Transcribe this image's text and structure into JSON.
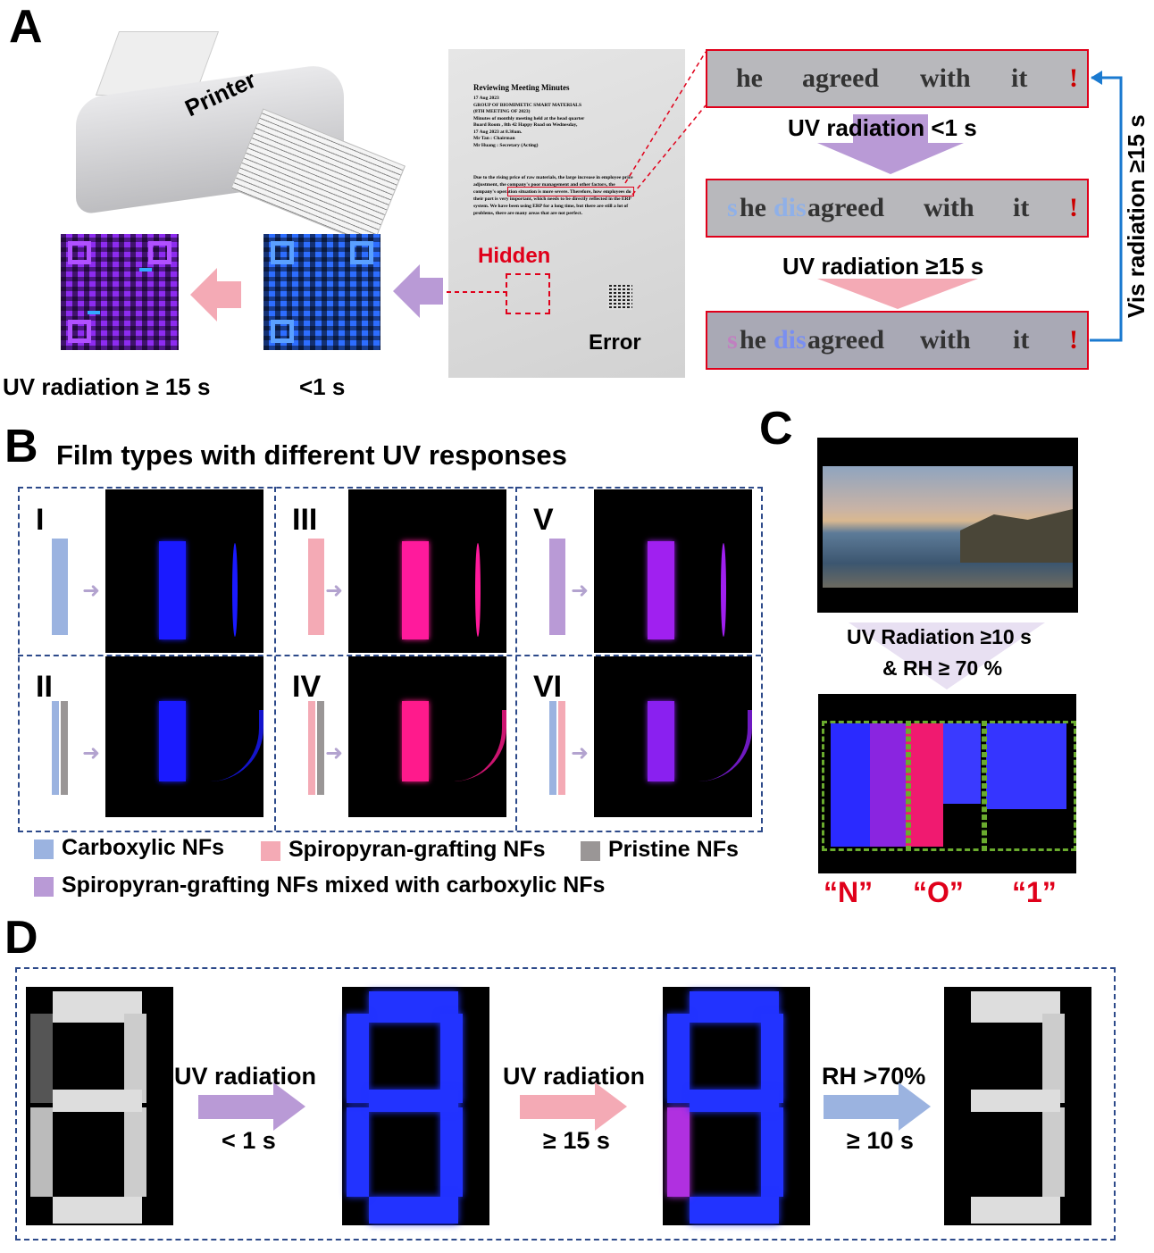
{
  "panels": {
    "a": "A",
    "b": "B",
    "c": "C",
    "d": "D"
  },
  "panel_a": {
    "printer_label": "Printer",
    "qr_left_label": "UV radiation ≥ 15 s",
    "qr_right_label": "<1 s",
    "document": {
      "title": "Reviewing Meeting Minutes",
      "lines": [
        "17 Aug 2023",
        "GROUP OF BIOMIMETIC SMART MATERIALS",
        "(8TH MEETING OF 2023)",
        "Minutes of monthly meeting held at the head quarter",
        "Board Room , 8th 42 Happy Road on Wednesday,",
        "17 Aug 2023 at 8.30am.",
        "Mr Tan : Chairman",
        "Mr Huang : Secretary (Acting)"
      ],
      "body": "Due to the rising price of raw materials, the large increase in employee price adjustment, the company's poor management and other factors, the company's operation situation is more severe. Therefore, how employees do their part is very important, which needs to be directly reflected in the ERP system. We have been using ERP for a long time, but there are still a lot of problems, there are many areas that are not perfect.",
      "hidden_label": "Hidden",
      "error_label": "Error"
    },
    "text_rows": [
      {
        "prefix_hidden": "",
        "words": [
          "he",
          "agreed",
          "with",
          "it",
          "!"
        ]
      },
      {
        "prefix": "s",
        "mid": "dis",
        "words": [
          "he",
          "agreed",
          "with",
          "it",
          "!"
        ]
      },
      {
        "prefix": "s",
        "mid": "dis",
        "words": [
          "he",
          "agreed",
          "with",
          "it",
          "!"
        ]
      }
    ],
    "step1_label": "UV radiation <1 s",
    "step2_label": "UV radiation ≥15 s",
    "side_label": "Vis radiation ≥15 s"
  },
  "panel_b": {
    "title": "Film types with different UV responses",
    "cells": [
      {
        "numeral": "I",
        "color": "#1a1aff"
      },
      {
        "numeral": "III",
        "color": "#ff1a9c"
      },
      {
        "numeral": "V",
        "color": "#a020f0"
      },
      {
        "numeral": "II",
        "color": "#1a1aff"
      },
      {
        "numeral": "IV",
        "color": "#ff1a8c"
      },
      {
        "numeral": "VI",
        "color": "#8a20f0"
      }
    ],
    "legend": [
      {
        "label": "Carboxylic NFs",
        "color": "#9bb3e0"
      },
      {
        "label": "Spiropyran-grafting NFs",
        "color": "#f4aab5"
      },
      {
        "label": "Pristine NFs",
        "color": "#9a9696"
      },
      {
        "label": "Spiropyran-grafting  NFs mixed with carboxylic NFs",
        "color": "#b99ad6"
      }
    ]
  },
  "panel_c": {
    "condition_line1": "UV Radiation ≥10 s",
    "condition_line2": "& RH ≥ 70 %",
    "letters": [
      "“N”",
      "“O”",
      "“1”"
    ]
  },
  "panel_d": {
    "steps": [
      {
        "top": "UV radiation",
        "bottom": "< 1 s",
        "color": "#b99ad6"
      },
      {
        "top": "UV radiation",
        "bottom": "≥ 15 s",
        "color": "#f4aab5"
      },
      {
        "top": "RH >70%",
        "bottom": "≥ 10 s",
        "color": "#9bb3e0"
      }
    ]
  },
  "colors": {
    "red": "#e0001a",
    "blue_line": "#1a7ad0",
    "dash": "#2d4a8a",
    "green_dash": "#6aab2e"
  }
}
